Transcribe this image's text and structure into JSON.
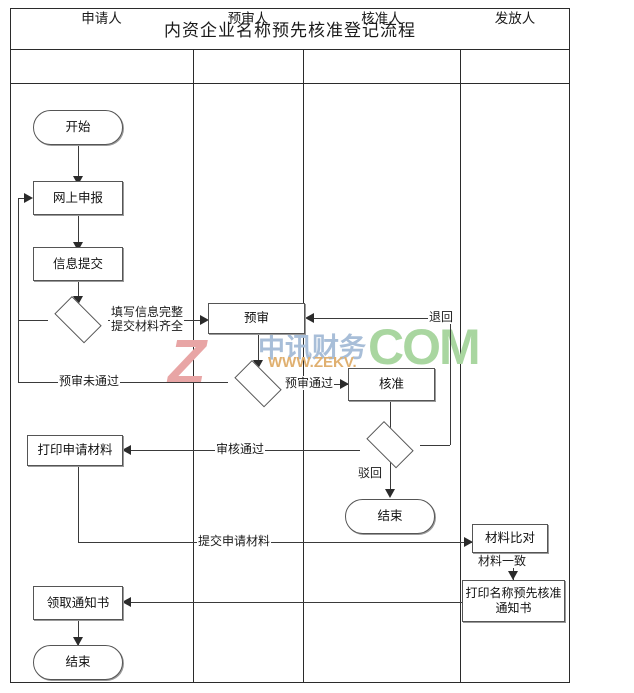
{
  "document": {
    "title": "内资企业名称预先核准登记流程"
  },
  "lanes": [
    {
      "label": "申请人"
    },
    {
      "label": "预审人"
    },
    {
      "label": "核准人"
    },
    {
      "label": "发放人"
    }
  ],
  "nodes": {
    "start": "开始",
    "online_apply": "网上申报",
    "info_submit": "信息提交",
    "pre_review": "预审",
    "approve": "核准",
    "end_reject": "结束",
    "print_apply_materials": "打印申请材料",
    "material_compare": "材料比对",
    "print_notice": "打印名称预先核准通知书",
    "receive_notice": "领取通知书",
    "end_final": "结束"
  },
  "edge_labels": {
    "info_complete": "填写信息完整\n提交材料齐全",
    "info_complete_l1": "填写信息完整",
    "info_complete_l2": "提交材料齐全",
    "pre_review_failed": "预审未通过",
    "pre_review_passed": "预审通过",
    "returned": "退回",
    "audit_passed": "审核通过",
    "rejected": "驳回",
    "submit_materials": "提交申请材料",
    "materials_match": "材料一致"
  },
  "watermark": {
    "letter": "Z",
    "brand_cn": "中讯财务",
    "brand_com": "COM",
    "url": "WWW.ZEKV."
  },
  "colors": {
    "line": "#3a3a3a",
    "border": "#555555",
    "frame": "#2b2b2b",
    "wm_red": "#e8a5a5",
    "wm_blue": "#a8bed8",
    "wm_green": "#a9d6a0",
    "wm_orange": "#e0b070"
  }
}
